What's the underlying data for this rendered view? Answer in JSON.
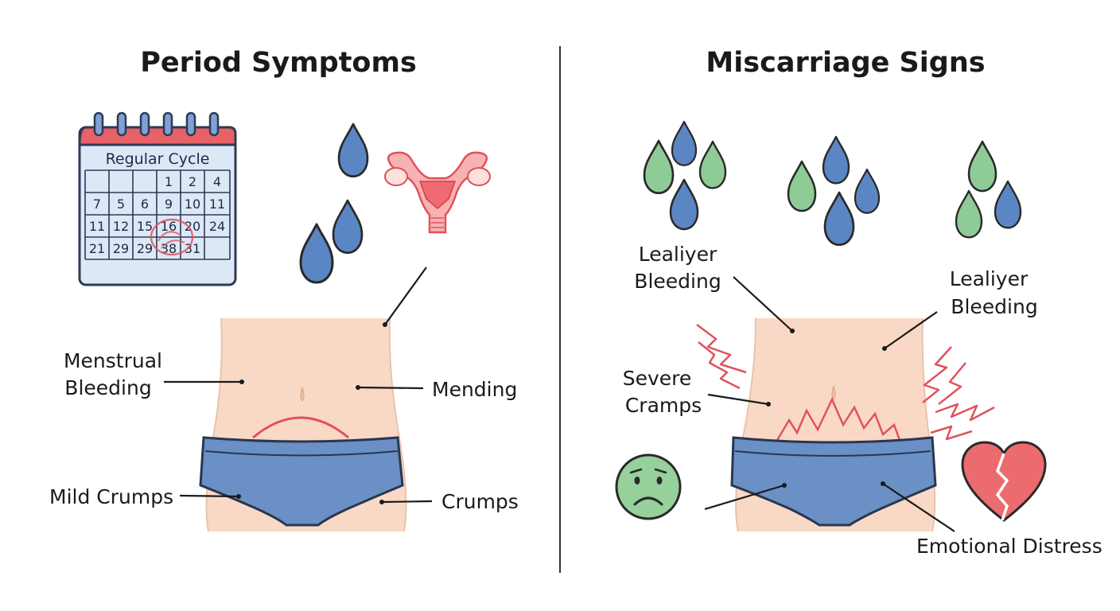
{
  "left": {
    "title": "Period Symptoms",
    "calendar": {
      "title": "Regular Cycle",
      "rows": [
        [
          "",
          "",
          "",
          "1",
          "2",
          "4"
        ],
        [
          "7",
          "5",
          "6",
          "9",
          "10",
          "11"
        ],
        [
          "11",
          "12",
          "15",
          "16",
          "20",
          "24"
        ],
        [
          "21",
          "29",
          "29",
          "38",
          "31",
          ""
        ]
      ]
    },
    "labels": {
      "menstrual": [
        "Menstrual",
        "Bleeding"
      ],
      "mending": "Mending",
      "mild_crumps": "Mild Crumps",
      "crumps": "Crumps"
    }
  },
  "right": {
    "title": "Miscarriage Signs",
    "labels": {
      "heavier_left": [
        "Lealiyer",
        "Bleeding"
      ],
      "heavier_right": [
        "Lealiyer",
        "Bleeding"
      ],
      "severe": [
        "Severe",
        "Cramps"
      ],
      "emotional": "Emotional Distress"
    }
  },
  "colors": {
    "skin": "#f9d9c6",
    "underwear": "#6a90c5",
    "drop_blue": "#5b86c4",
    "drop_green": "#8fcb96",
    "pain_red": "#e0525c",
    "sad_face": "#96d19c",
    "broken_heart": "#ec6b6e",
    "uterus": "#f07e84",
    "calendar_header": "#e76168",
    "calendar_body": "#dde8f7"
  },
  "icons": [
    "calendar-icon",
    "uterus-icon",
    "blood-drop-icon",
    "sad-face-icon",
    "broken-heart-icon",
    "pain-zigzag-icon"
  ]
}
